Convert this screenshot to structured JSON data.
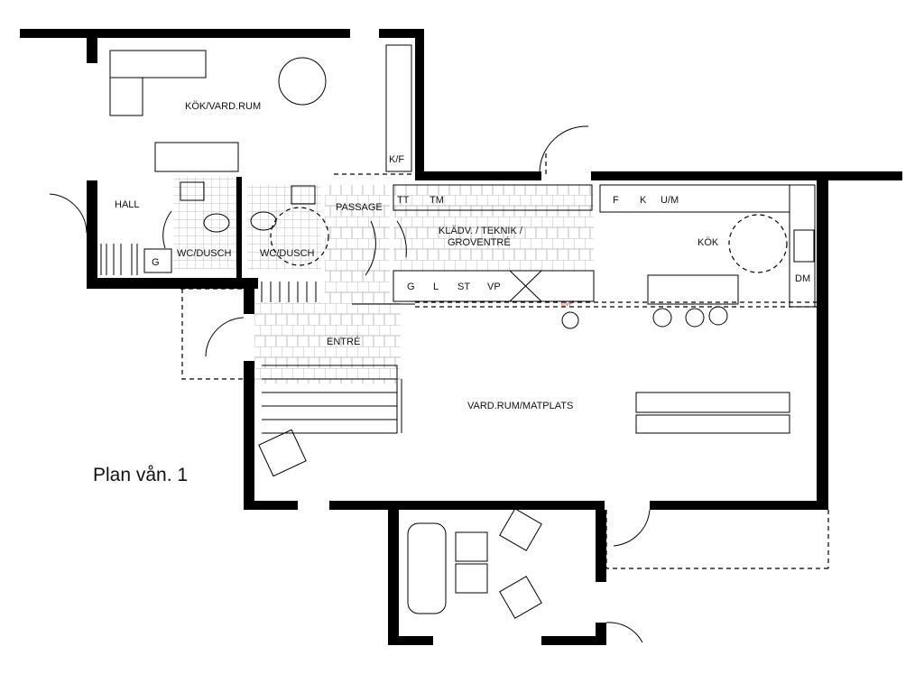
{
  "plan": {
    "title": "Plan vån. 1",
    "rooms": {
      "kok_vardrum": "KÖK/VARD.RUM",
      "kf": "K/F",
      "hall": "HALL",
      "hall_g": "G",
      "wc1": "WC/DUSCH",
      "wc2": "WC/DUSCH",
      "passage": "PASSAGE",
      "kladv_1": "KLÄDV. / TEKNIK /",
      "kladv_2": "GROVENTRÉ",
      "entre": "ENTRÉ",
      "kok": "KÖK",
      "vardrum_matplats": "VARD.RUM/MATPLATS"
    },
    "cabinets": {
      "tt": "TT",
      "tm": "TM",
      "g": "G",
      "l": "L",
      "st": "ST",
      "vp": "VP",
      "f": "F",
      "k": "K",
      "um": "U/M",
      "dm": "DM",
      "gvf": "GVF"
    },
    "colors": {
      "wall": "#000000",
      "tile": "#bdbdbd",
      "gvf": "#e02020"
    }
  }
}
